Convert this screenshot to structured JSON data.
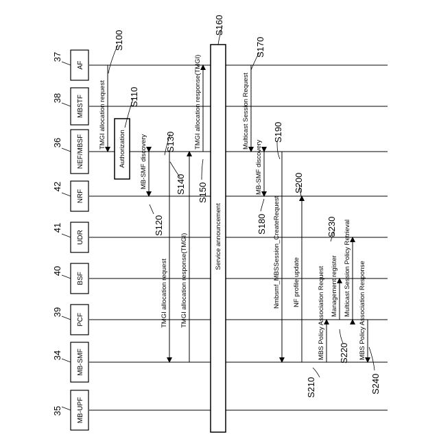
{
  "entities": [
    {
      "label": "AF",
      "number": "37"
    },
    {
      "label": "MBSTF",
      "number": "38"
    },
    {
      "label": "NEF/MBSF",
      "number": "36"
    },
    {
      "label": "NRF",
      "number": "42"
    },
    {
      "label": "UDR",
      "number": "41"
    },
    {
      "label": "BSF",
      "number": "40"
    },
    {
      "label": "PCF",
      "number": "39"
    },
    {
      "label": "MB-SMF",
      "number": "34"
    },
    {
      "label": "MB-UPF",
      "number": "35"
    }
  ],
  "service_announcement": "Service announcement",
  "authorization": "Authorization",
  "messages": [
    {
      "label": "TMGI allocation request"
    },
    {
      "label": "MB-SMF discovery"
    },
    {
      "label": "TMGI allocation request"
    },
    {
      "label": "TMGI allocation response(TMGI)"
    },
    {
      "label": "TMGI allocation response(TMGI)"
    },
    {
      "label": "Multicast Session Request"
    },
    {
      "label": "MB-SMF discovery"
    },
    {
      "label": "Nmbsmf_MBSSession_CreateRequest"
    },
    {
      "label": "NF profile update"
    },
    {
      "label": "MBS Policy Association Request"
    },
    {
      "label": "Management register"
    },
    {
      "label": "Multicast Session Policy Retrieval"
    },
    {
      "label": "MBS Policy Association Response"
    }
  ],
  "steps": [
    "S100",
    "S110",
    "S120",
    "S130",
    "S140",
    "S150",
    "S160",
    "S170",
    "S180",
    "S190",
    "S200",
    "S210",
    "S220",
    "S230",
    "S240"
  ]
}
